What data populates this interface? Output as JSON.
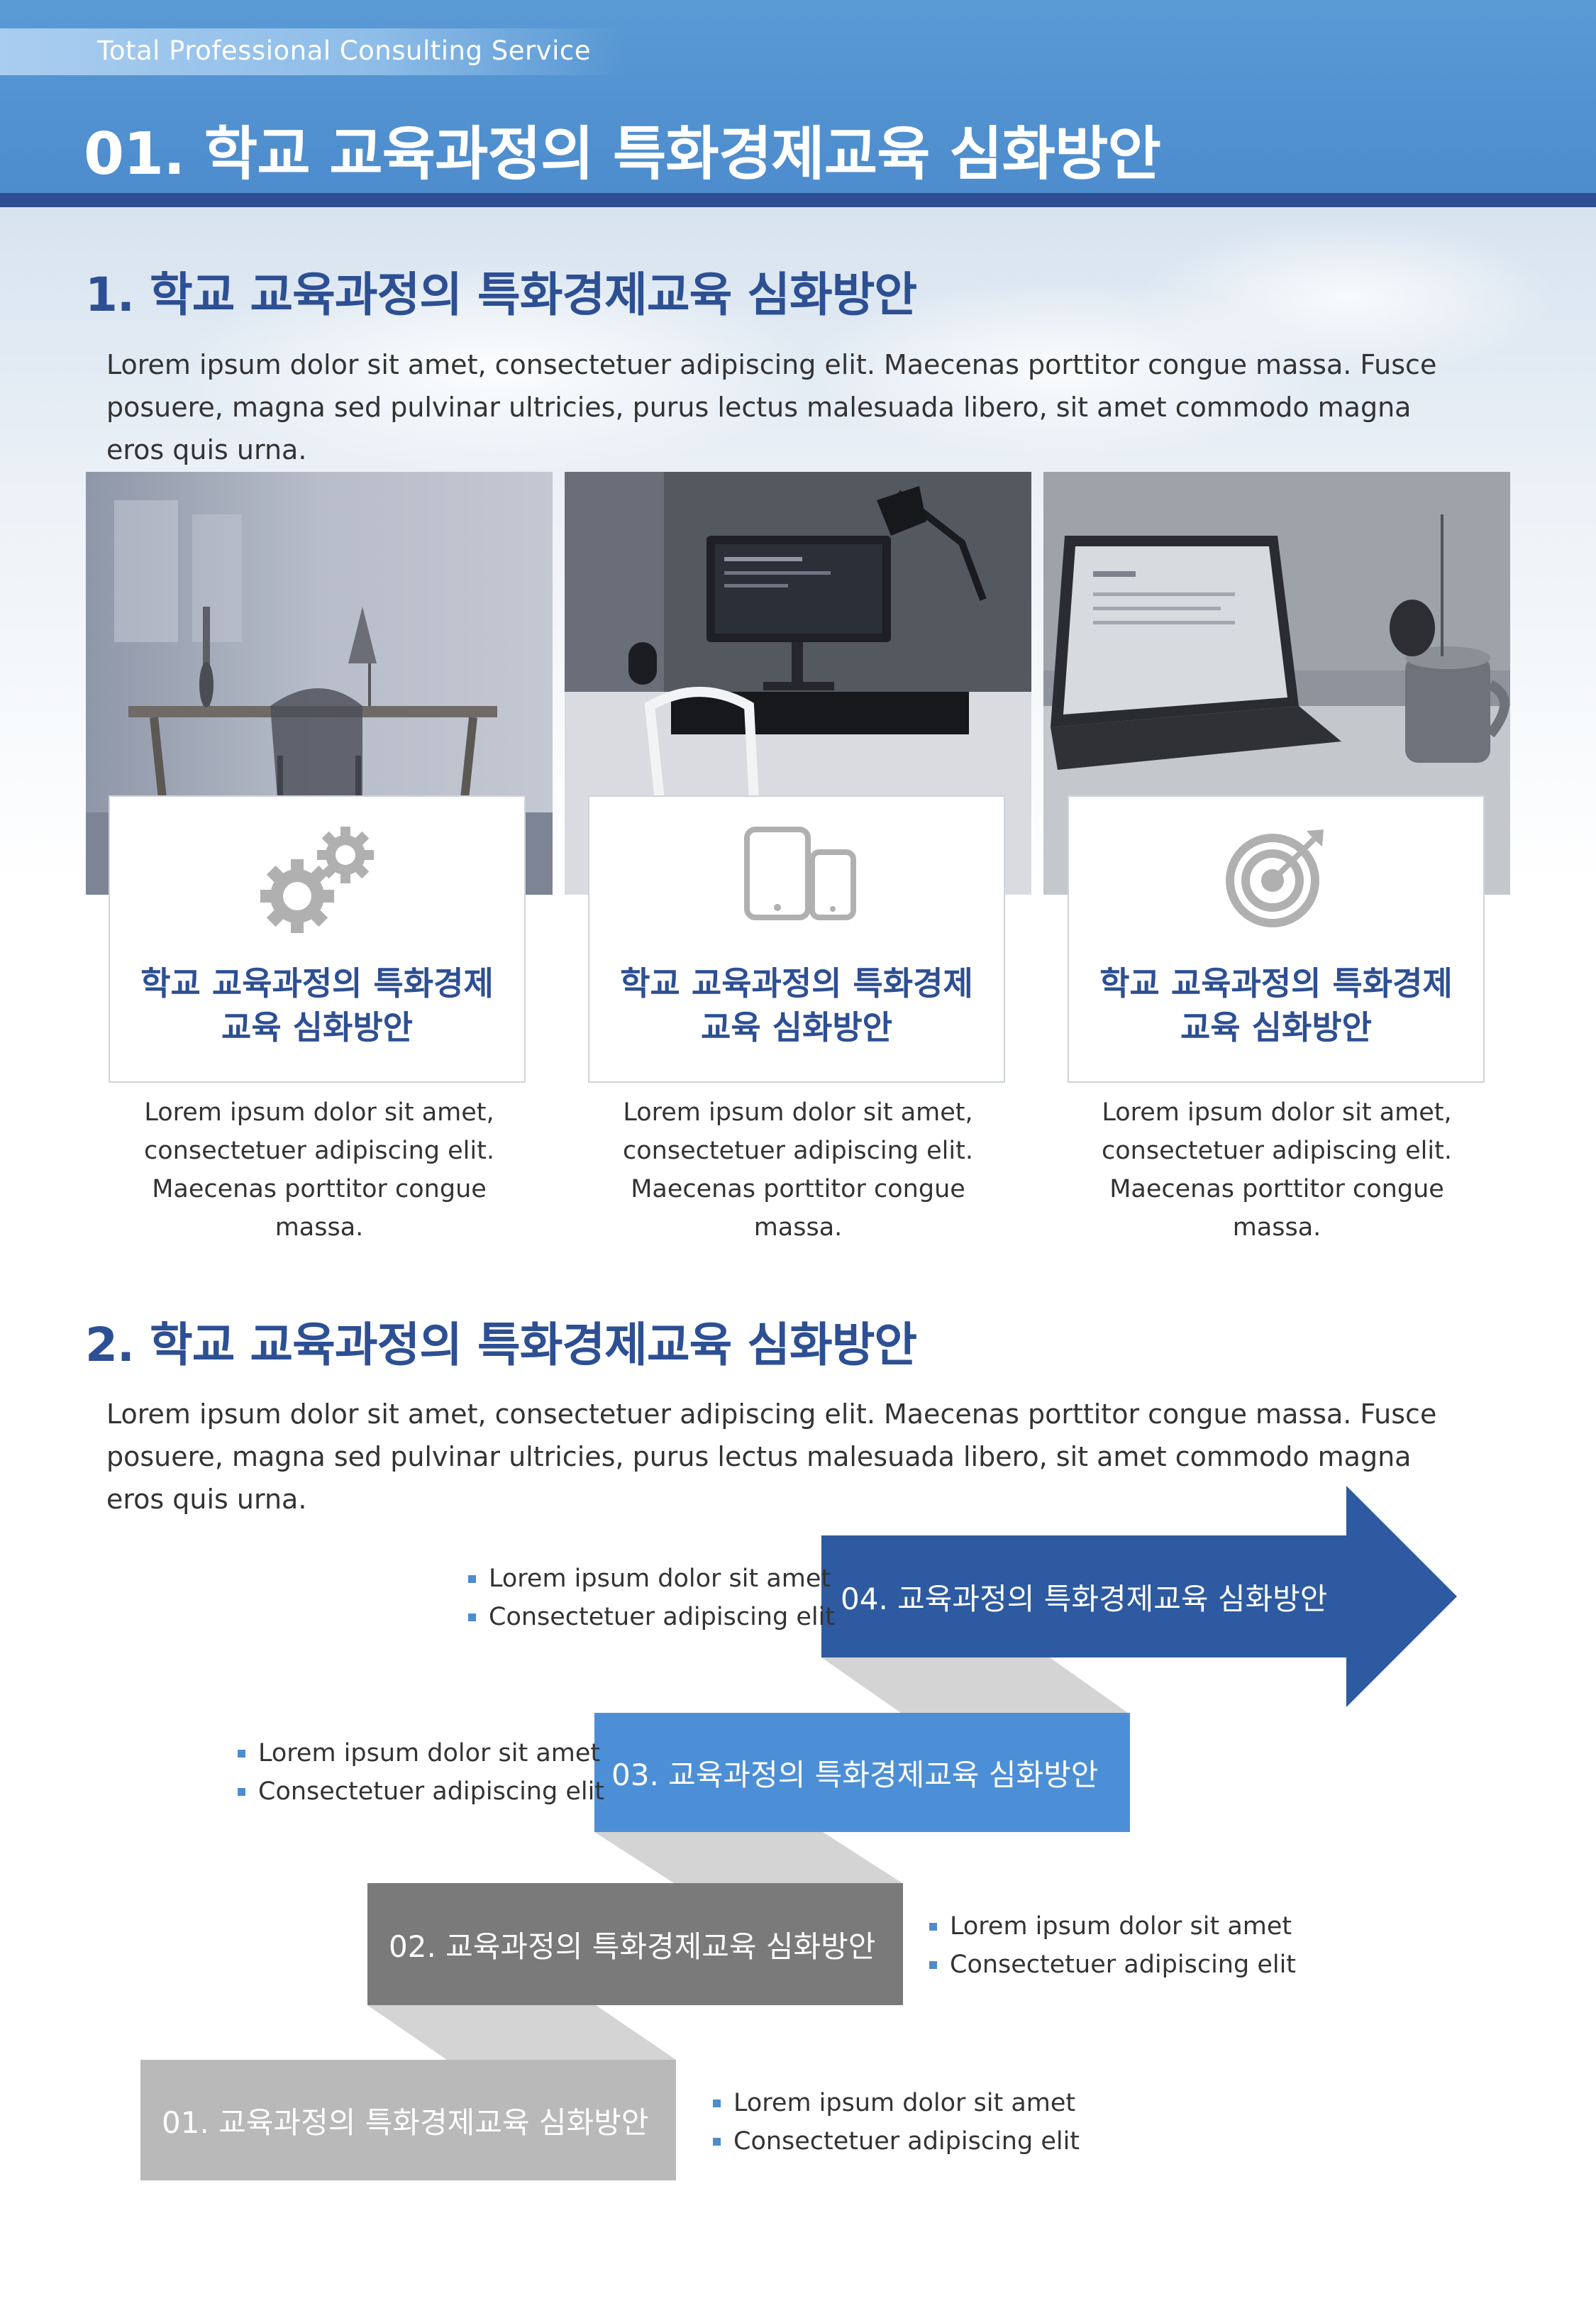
{
  "header": {
    "tagline": "Total Professional Consulting Service",
    "title": "01. 학교 교육과정의 특화경제교육 심화방안"
  },
  "section1": {
    "title": "1. 학교 교육과정의 특화경제교육 심화방안",
    "body": "Lorem ipsum dolor sit amet, consectetuer adipiscing elit. Maecenas porttitor congue massa. Fusce posuere, magna sed pulvinar ultricies, purus lectus malesuada libero, sit amet commodo magna eros quis urna.",
    "cards": [
      {
        "icon": "gears-icon",
        "title": "학교 교육과정의 특화경제\n교육 심화방안",
        "desc": "Lorem ipsum dolor sit amet,\nconsectetuer adipiscing elit.\nMaecenas porttitor congue\nmassa."
      },
      {
        "icon": "devices-icon",
        "title": "학교 교육과정의 특화경제\n교육 심화방안",
        "desc": "Lorem ipsum dolor sit amet,\nconsectetuer adipiscing elit.\nMaecenas porttitor congue\nmassa."
      },
      {
        "icon": "target-icon",
        "title": "학교 교육과정의 특화경제\n교육 심화방안",
        "desc": "Lorem ipsum dolor sit amet,\nconsectetuer adipiscing elit.\nMaecenas porttitor congue\nmassa."
      }
    ]
  },
  "section2": {
    "title": "2. 학교 교육과정의 특화경제교육 심화방안",
    "body": "Lorem ipsum dolor sit amet, consectetuer adipiscing elit. Maecenas porttitor congue massa. Fusce posuere, magna sed pulvinar ultricies, purus lectus malesuada libero, sit amet commodo magna eros quis urna.",
    "steps": [
      {
        "label": "04. 교육과정의 특화경제교육 심화방안",
        "color": "#2d5aa0",
        "bullets": [
          "Lorem ipsum dolor sit amet",
          "Consectetuer adipiscing elit"
        ]
      },
      {
        "label": "03. 교육과정의 특화경제교육 심화방안",
        "color": "#4d8fd6",
        "bullets": [
          "Lorem ipsum dolor sit amet",
          "Consectetuer adipiscing elit"
        ]
      },
      {
        "label": "02. 교육과정의 특화경제교육 심화방안",
        "color": "#7a7a7a",
        "bullets": [
          "Lorem ipsum dolor sit amet",
          "Consectetuer adipiscing elit"
        ]
      },
      {
        "label": "01. 교육과정의 특화경제교육 심화방안",
        "color": "#b9b9b9",
        "bullets": [
          "Lorem ipsum dolor sit amet",
          "Consectetuer adipiscing elit"
        ]
      }
    ]
  }
}
